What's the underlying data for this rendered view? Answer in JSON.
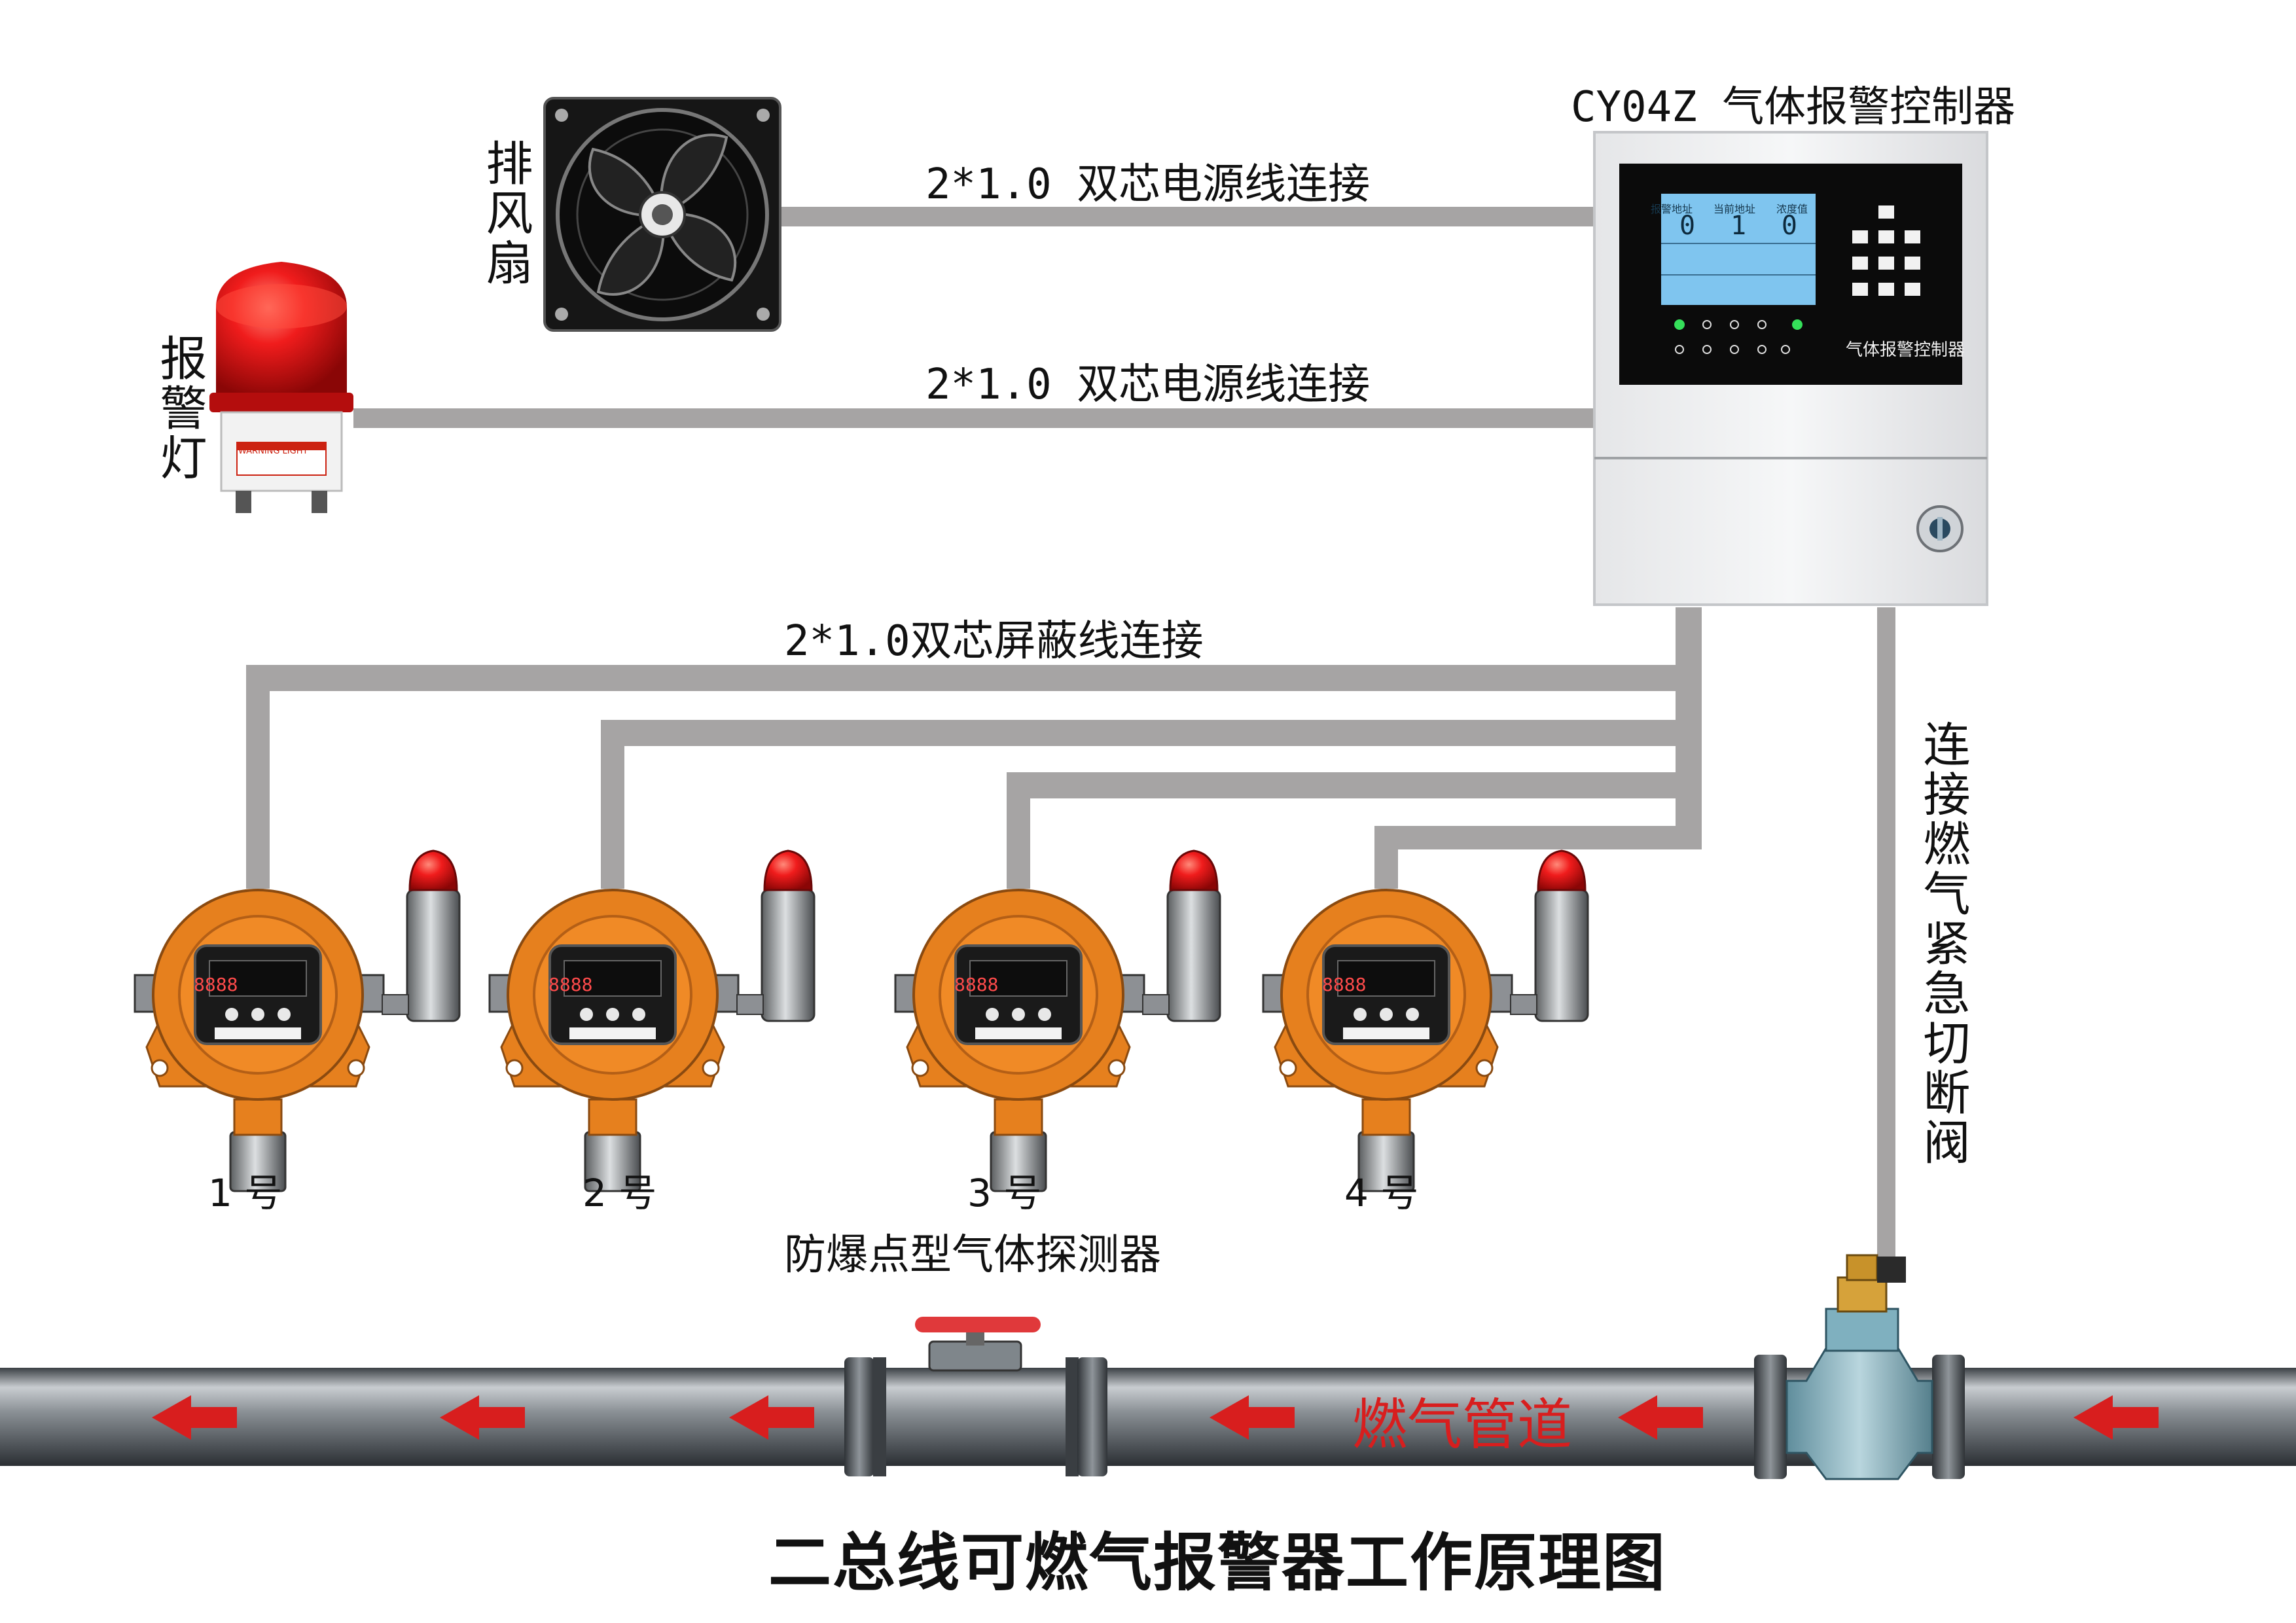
{
  "controller": {
    "title": "CY04Z 气体报警控制器",
    "screen_text": "气体报警控制器",
    "screen_headers": [
      "报警地址",
      "当前地址",
      "浓度值"
    ],
    "screen_values": [
      "0",
      "1",
      "0"
    ]
  },
  "fan": {
    "label": "排风扇"
  },
  "alarm_light": {
    "label": "报警灯",
    "plate_text": "WARNING LIGHT"
  },
  "wires": {
    "fan_wire": "2*1.0 双芯电源线连接",
    "light_wire": "2*1.0 双芯电源线连接",
    "detector_wire": "2*1.0双芯屏蔽线连接"
  },
  "valve": {
    "label": "连接燃气紧急切断阀"
  },
  "detectors": [
    {
      "label": "1 号",
      "display": "8888"
    },
    {
      "label": "2 号",
      "display": "8888"
    },
    {
      "label": "3 号",
      "display": "8888"
    },
    {
      "label": "4 号",
      "display": "8888"
    }
  ],
  "detectors_caption": "防爆点型气体探测器",
  "pipe": {
    "label": "燃气管道"
  },
  "diagram_title": "二总线可燃气报警器工作原理图",
  "colors": {
    "wire": "#a6a4a4",
    "detector_orange": "#e6801e",
    "arrow_red": "#d81e1e",
    "pipe": "#5f656a",
    "lamp_red": "#e01818"
  }
}
